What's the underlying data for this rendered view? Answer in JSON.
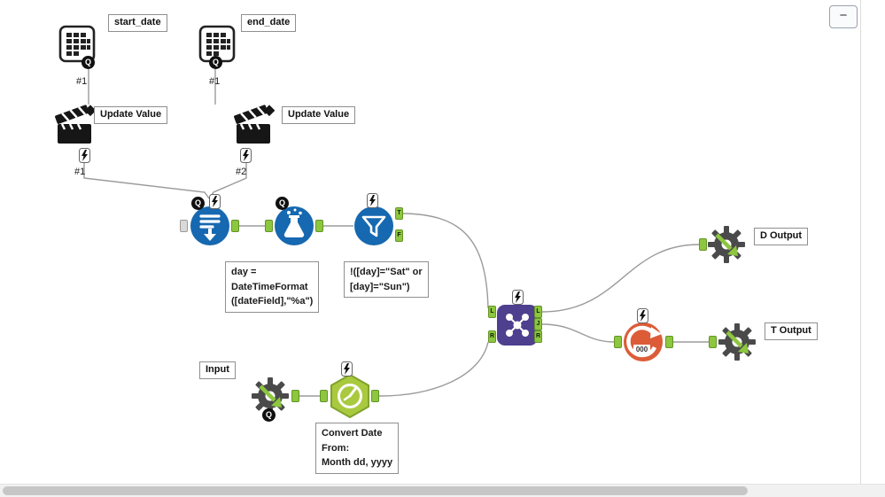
{
  "colors": {
    "alteryx_blue": "#1668b0",
    "alteryx_green": "#8dc63f",
    "join_purple": "#4e3f8f",
    "count_orange": "#dc5c38",
    "wire_gray": "#9b9b9b"
  },
  "tools": {
    "start_date": {
      "label": "start_date",
      "connection_label": "#1"
    },
    "end_date": {
      "label": "end_date",
      "connection_label": "#1"
    },
    "update_value_left": {
      "label": "Update Value",
      "connection_label": "#1"
    },
    "update_value_right": {
      "label": "Update Value",
      "connection_label": "#2"
    },
    "input": {
      "label": "Input"
    },
    "d_output": {
      "label": "D Output"
    },
    "t_output": {
      "label": "T Output"
    },
    "count_records": {
      "value": "000"
    }
  },
  "annotations": {
    "formula": "day =\nDateTimeFormat\n([dateField],\"%a\")",
    "filter": "!([day]=\"Sat\" or\n[day]=\"Sun\")",
    "datetime": "Convert Date\nFrom:\nMonth dd, yyyy"
  },
  "anchors": {
    "filter_true": "T",
    "filter_false": "F",
    "join_in_left": "L",
    "join_in_right": "R",
    "join_out_left": "L",
    "join_out_join": "J",
    "join_out_right": "R"
  },
  "badges": {
    "quick_connect": "Q"
  },
  "chrome": {
    "zoom_out": "−"
  }
}
